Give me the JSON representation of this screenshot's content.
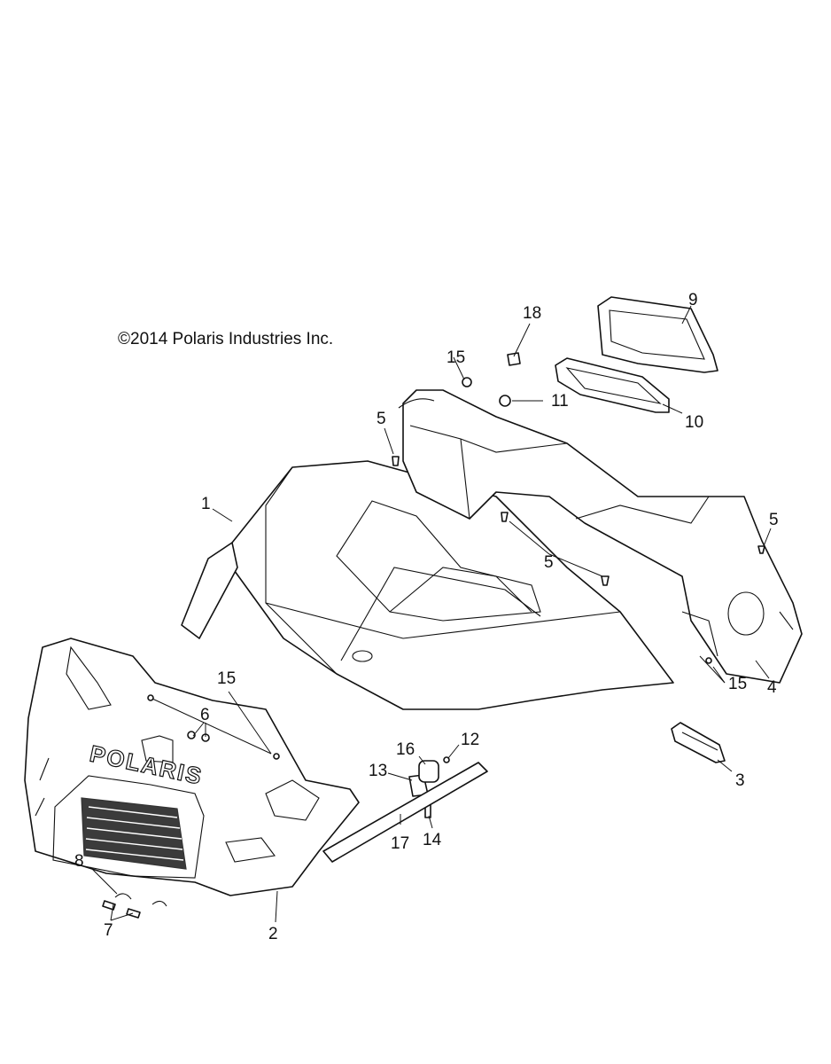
{
  "copyright": "©2014 Polaris Industries Inc.",
  "logo_text": "POLARIS",
  "callouts": {
    "c1": "1",
    "c2": "2",
    "c3": "3",
    "c4": "4",
    "c5a": "5",
    "c5b": "5",
    "c5c": "5",
    "c6": "6",
    "c7": "7",
    "c8": "8",
    "c9": "9",
    "c10": "10",
    "c11": "11",
    "c12": "12",
    "c13": "13",
    "c14": "14",
    "c15a": "15",
    "c15b": "15",
    "c15c": "15",
    "c16": "16",
    "c17": "17",
    "c18": "18"
  }
}
